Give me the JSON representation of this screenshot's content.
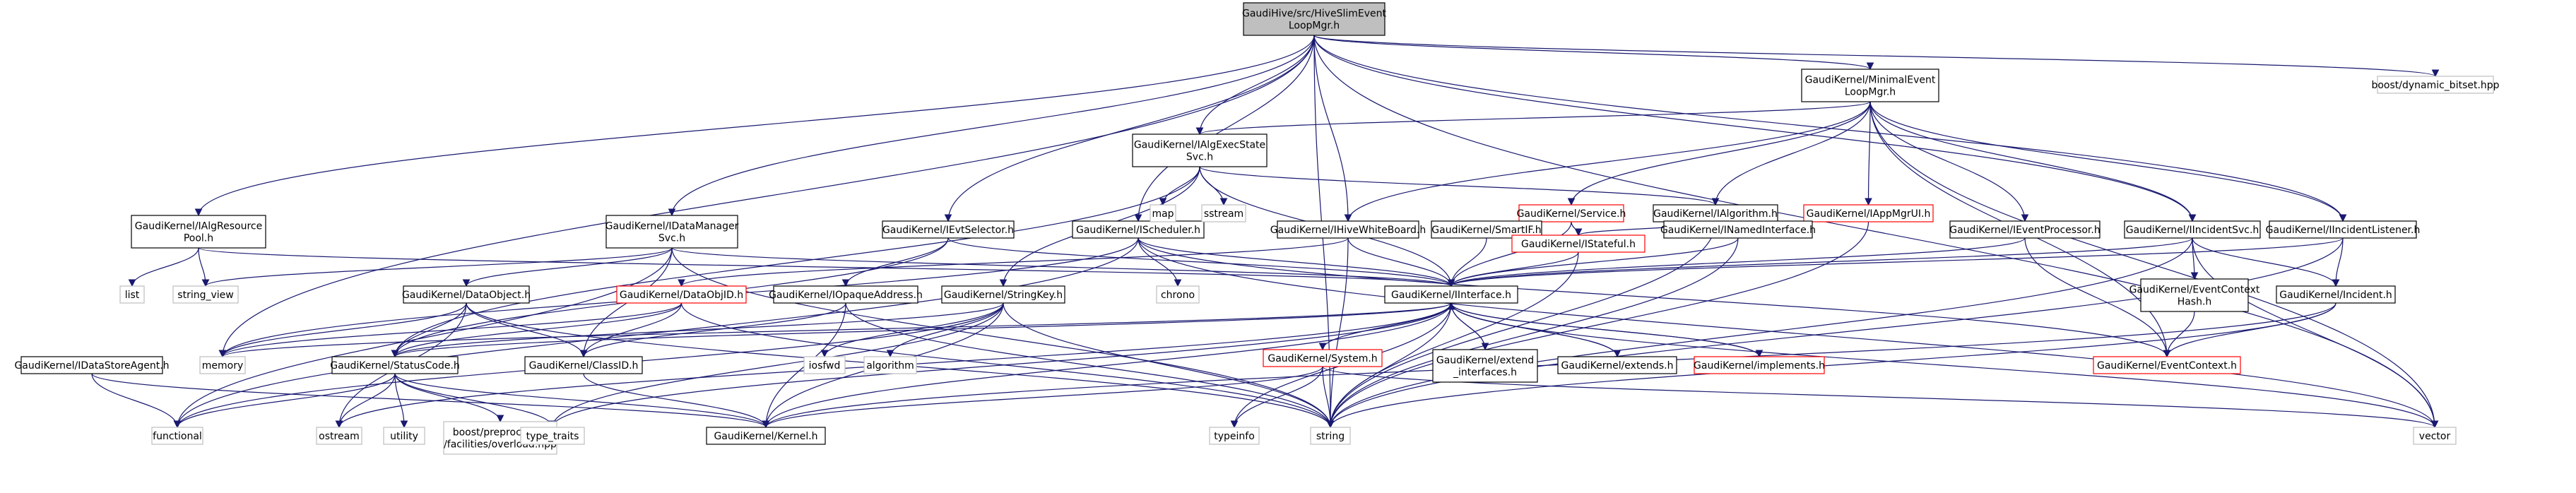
{
  "colors": {
    "root_fill": "#bfbfbf",
    "root_stroke": "#000000",
    "normal_stroke": "#000000",
    "missing_stroke": "#bfbfbf",
    "undocumented_stroke": "#ff0000",
    "edge": "#191970",
    "text": "#000000",
    "background": "#ffffff"
  },
  "nodes": [
    {
      "id": "root",
      "type": "root",
      "lines": [
        "GaudiHive/src/HiveSlimEvent",
        "LoopMgr.h"
      ]
    },
    {
      "id": "dynbitset",
      "type": "missing",
      "lines": [
        "boost/dynamic_bitset.hpp"
      ]
    },
    {
      "id": "minimal",
      "type": "normal",
      "lines": [
        "GaudiKernel/MinimalEvent",
        "LoopMgr.h"
      ]
    },
    {
      "id": "algexec",
      "type": "normal",
      "lines": [
        "GaudiKernel/IAlgExecState",
        "Svc.h"
      ]
    },
    {
      "id": "algres",
      "type": "normal",
      "lines": [
        "GaudiKernel/IAlgResource",
        "Pool.h"
      ]
    },
    {
      "id": "datamgr",
      "type": "normal",
      "lines": [
        "GaudiKernel/IDataManager",
        "Svc.h"
      ]
    },
    {
      "id": "evtsel",
      "type": "normal",
      "lines": [
        "GaudiKernel/IEvtSelector.h"
      ]
    },
    {
      "id": "scheduler",
      "type": "normal",
      "lines": [
        "GaudiKernel/IScheduler.h"
      ]
    },
    {
      "id": "hivewb",
      "type": "normal",
      "lines": [
        "GaudiKernel/IHiveWhiteBoard.h"
      ]
    },
    {
      "id": "service",
      "type": "undocumented",
      "lines": [
        "GaudiKernel/Service.h"
      ]
    },
    {
      "id": "ialgorithm",
      "type": "normal",
      "lines": [
        "GaudiKernel/IAlgorithm.h"
      ]
    },
    {
      "id": "iappmgrui",
      "type": "undocumented",
      "lines": [
        "GaudiKernel/IAppMgrUI.h"
      ]
    },
    {
      "id": "smartif",
      "type": "normal",
      "lines": [
        "GaudiKernel/SmartIF.h"
      ]
    },
    {
      "id": "istateful",
      "type": "undocumented",
      "lines": [
        "GaudiKernel/IStateful.h"
      ]
    },
    {
      "id": "inamed",
      "type": "normal",
      "lines": [
        "GaudiKernel/INamedInterface.h"
      ]
    },
    {
      "id": "ievtproc",
      "type": "normal",
      "lines": [
        "GaudiKernel/IEventProcessor.h"
      ]
    },
    {
      "id": "iincsvc",
      "type": "normal",
      "lines": [
        "GaudiKernel/IIncidentSvc.h"
      ]
    },
    {
      "id": "iinclis",
      "type": "normal",
      "lines": [
        "GaudiKernel/IIncidentListener.h"
      ]
    },
    {
      "id": "map",
      "type": "missing",
      "lines": [
        "map"
      ]
    },
    {
      "id": "sstream",
      "type": "missing",
      "lines": [
        "sstream"
      ]
    },
    {
      "id": "list",
      "type": "missing",
      "lines": [
        "list"
      ]
    },
    {
      "id": "string_view",
      "type": "missing",
      "lines": [
        "string_view"
      ]
    },
    {
      "id": "dataobject",
      "type": "normal",
      "lines": [
        "GaudiKernel/DataObject.h"
      ]
    },
    {
      "id": "iopaque",
      "type": "normal",
      "lines": [
        "GaudiKernel/IOpaqueAddress.h"
      ]
    },
    {
      "id": "dataobjid",
      "type": "undocumented",
      "lines": [
        "GaudiKernel/DataObjID.h"
      ]
    },
    {
      "id": "stringkey",
      "type": "normal",
      "lines": [
        "GaudiKernel/StringKey.h"
      ]
    },
    {
      "id": "chrono",
      "type": "missing",
      "lines": [
        "chrono"
      ]
    },
    {
      "id": "iinterface",
      "type": "normal",
      "lines": [
        "GaudiKernel/IInterface.h"
      ]
    },
    {
      "id": "evctxhash",
      "type": "normal",
      "lines": [
        "GaudiKernel/EventContext",
        "Hash.h"
      ]
    },
    {
      "id": "incident",
      "type": "normal",
      "lines": [
        "GaudiKernel/Incident.h"
      ]
    },
    {
      "id": "idatastore",
      "type": "normal",
      "lines": [
        "GaudiKernel/IDataStoreAgent.h"
      ]
    },
    {
      "id": "memory",
      "type": "missing",
      "lines": [
        "memory"
      ]
    },
    {
      "id": "statuscode",
      "type": "normal",
      "lines": [
        "GaudiKernel/StatusCode.h"
      ]
    },
    {
      "id": "classid",
      "type": "normal",
      "lines": [
        "GaudiKernel/ClassID.h"
      ]
    },
    {
      "id": "iosfwd",
      "type": "missing",
      "lines": [
        "iosfwd"
      ]
    },
    {
      "id": "algorithm",
      "type": "missing",
      "lines": [
        "algorithm"
      ]
    },
    {
      "id": "system",
      "type": "undocumented",
      "lines": [
        "GaudiKernel/System.h"
      ]
    },
    {
      "id": "extinterfaces",
      "type": "normal",
      "lines": [
        "GaudiKernel/extend",
        "_interfaces.h"
      ]
    },
    {
      "id": "extends",
      "type": "normal",
      "lines": [
        "GaudiKernel/extends.h"
      ]
    },
    {
      "id": "implements",
      "type": "undocumented",
      "lines": [
        "GaudiKernel/implements.h"
      ]
    },
    {
      "id": "eventcontext",
      "type": "undocumented",
      "lines": [
        "GaudiKernel/EventContext.h"
      ]
    },
    {
      "id": "functional",
      "type": "missing",
      "lines": [
        "functional"
      ]
    },
    {
      "id": "ostream",
      "type": "missing",
      "lines": [
        "ostream"
      ]
    },
    {
      "id": "utility",
      "type": "missing",
      "lines": [
        "utility"
      ]
    },
    {
      "id": "overload",
      "type": "missing",
      "lines": [
        "boost/preprocessor",
        "/facilities/overload.hpp"
      ]
    },
    {
      "id": "type_traits",
      "type": "missing",
      "lines": [
        "type_traits"
      ]
    },
    {
      "id": "kernel",
      "type": "normal",
      "lines": [
        "GaudiKernel/Kernel.h"
      ]
    },
    {
      "id": "typeinfo",
      "type": "missing",
      "lines": [
        "typeinfo"
      ]
    },
    {
      "id": "string",
      "type": "missing",
      "lines": [
        "string"
      ]
    },
    {
      "id": "vector",
      "type": "missing",
      "lines": [
        "vector"
      ]
    }
  ],
  "edges": [
    [
      "root",
      "dynbitset"
    ],
    [
      "root",
      "minimal"
    ],
    [
      "root",
      "algexec"
    ],
    [
      "root",
      "algres"
    ],
    [
      "root",
      "datamgr"
    ],
    [
      "root",
      "evtsel"
    ],
    [
      "root",
      "scheduler"
    ],
    [
      "root",
      "hivewb"
    ],
    [
      "root",
      "iincsvc"
    ],
    [
      "root",
      "iinclis"
    ],
    [
      "root",
      "memory"
    ],
    [
      "root",
      "vector"
    ],
    [
      "root",
      "string"
    ],
    [
      "minimal",
      "algexec"
    ],
    [
      "minimal",
      "service"
    ],
    [
      "minimal",
      "ialgorithm"
    ],
    [
      "minimal",
      "iappmgrui"
    ],
    [
      "minimal",
      "ievtproc"
    ],
    [
      "minimal",
      "iincsvc"
    ],
    [
      "minimal",
      "iinclis"
    ],
    [
      "minimal",
      "hivewb"
    ],
    [
      "minimal",
      "eventcontext"
    ],
    [
      "minimal",
      "vector"
    ],
    [
      "algexec",
      "map"
    ],
    [
      "algexec",
      "sstream"
    ],
    [
      "algexec",
      "ialgorithm"
    ],
    [
      "algexec",
      "stringkey"
    ],
    [
      "algexec",
      "iinterface"
    ],
    [
      "algexec",
      "statuscode"
    ],
    [
      "algres",
      "list"
    ],
    [
      "algres",
      "string_view"
    ],
    [
      "algres",
      "iinterface"
    ],
    [
      "datamgr",
      "string_view"
    ],
    [
      "datamgr",
      "dataobject"
    ],
    [
      "datamgr",
      "iinterface"
    ],
    [
      "datamgr",
      "classid"
    ],
    [
      "datamgr",
      "functional"
    ],
    [
      "datamgr",
      "string"
    ],
    [
      "evtsel",
      "iinterface"
    ],
    [
      "evtsel",
      "iopaque"
    ],
    [
      "evtsel",
      "statuscode"
    ],
    [
      "scheduler",
      "chrono"
    ],
    [
      "scheduler",
      "iinterface"
    ],
    [
      "scheduler",
      "memory"
    ],
    [
      "scheduler",
      "functional"
    ],
    [
      "scheduler",
      "vector"
    ],
    [
      "scheduler",
      "eventcontext"
    ],
    [
      "hivewb",
      "iinterface"
    ],
    [
      "hivewb",
      "dataobjid"
    ],
    [
      "hivewb",
      "string"
    ],
    [
      "service",
      "smartif"
    ],
    [
      "service",
      "istateful"
    ],
    [
      "service",
      "iinterface"
    ],
    [
      "ialgorithm",
      "inamed"
    ],
    [
      "ialgorithm",
      "istateful"
    ],
    [
      "ialgorithm",
      "string"
    ],
    [
      "iappmgrui",
      "inamed"
    ],
    [
      "iappmgrui",
      "string"
    ],
    [
      "smartif",
      "iinterface"
    ],
    [
      "istateful",
      "iinterface"
    ],
    [
      "istateful",
      "string"
    ],
    [
      "inamed",
      "iinterface"
    ],
    [
      "inamed",
      "string"
    ],
    [
      "ievtproc",
      "iinterface"
    ],
    [
      "ievtproc",
      "eventcontext"
    ],
    [
      "iincsvc",
      "iinterface"
    ],
    [
      "iincsvc",
      "evctxhash"
    ],
    [
      "iincsvc",
      "incident"
    ],
    [
      "iincsvc",
      "string"
    ],
    [
      "iincsvc",
      "vector"
    ],
    [
      "iinclis",
      "iinterface"
    ],
    [
      "iinclis",
      "incident"
    ],
    [
      "iinclis",
      "string"
    ],
    [
      "dataobject",
      "statuscode"
    ],
    [
      "dataobject",
      "classid"
    ],
    [
      "dataobject",
      "memory"
    ],
    [
      "dataobject",
      "ostream"
    ],
    [
      "dataobject",
      "string"
    ],
    [
      "iopaque",
      "kernel"
    ],
    [
      "iopaque",
      "classid"
    ],
    [
      "iopaque",
      "string"
    ],
    [
      "dataobjid",
      "classid"
    ],
    [
      "dataobjid",
      "statuscode"
    ],
    [
      "dataobjid",
      "memory"
    ],
    [
      "dataobjid",
      "string"
    ],
    [
      "stringkey",
      "kernel"
    ],
    [
      "stringkey",
      "statuscode"
    ],
    [
      "stringkey",
      "iosfwd"
    ],
    [
      "stringkey",
      "algorithm"
    ],
    [
      "stringkey",
      "string"
    ],
    [
      "stringkey",
      "functional"
    ],
    [
      "stringkey",
      "type_traits"
    ],
    [
      "iinterface",
      "statuscode"
    ],
    [
      "iinterface",
      "kernel"
    ],
    [
      "iinterface",
      "system"
    ],
    [
      "iinterface",
      "extinterfaces"
    ],
    [
      "iinterface",
      "extends"
    ],
    [
      "iinterface",
      "implements"
    ],
    [
      "iinterface",
      "memory"
    ],
    [
      "iinterface",
      "ostream"
    ],
    [
      "iinterface",
      "typeinfo"
    ],
    [
      "iinterface",
      "type_traits"
    ],
    [
      "iinterface",
      "string"
    ],
    [
      "iinterface",
      "vector"
    ],
    [
      "evctxhash",
      "eventcontext"
    ],
    [
      "incident",
      "eventcontext"
    ],
    [
      "incident",
      "string"
    ],
    [
      "incident",
      "kernel"
    ],
    [
      "idatastore",
      "functional"
    ],
    [
      "idatastore",
      "kernel"
    ],
    [
      "statuscode",
      "functional"
    ],
    [
      "statuscode",
      "ostream"
    ],
    [
      "statuscode",
      "utility"
    ],
    [
      "statuscode",
      "overload"
    ],
    [
      "statuscode",
      "type_traits"
    ],
    [
      "statuscode",
      "kernel"
    ],
    [
      "classid",
      "kernel"
    ],
    [
      "system",
      "kernel"
    ],
    [
      "system",
      "typeinfo"
    ],
    [
      "system",
      "string"
    ],
    [
      "system",
      "vector"
    ],
    [
      "extinterfaces",
      "iinterface"
    ],
    [
      "extends",
      "iinterface"
    ],
    [
      "implements",
      "iinterface"
    ]
  ]
}
